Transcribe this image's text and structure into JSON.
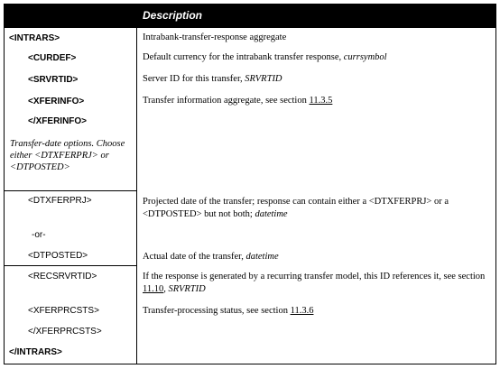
{
  "header": {
    "description": "Description"
  },
  "rows": {
    "intrars": "<INTRARS>",
    "curdef": "<CURDEF>",
    "srvrtid": "<SRVRTID>",
    "xferinfo": "<XFERINFO>",
    "xferinfo_end": "</XFERINFO>",
    "transfer_date_note": "Transfer-date options. Choose either <DTXFERPRJ> or <DTPOSTED>",
    "dtxferprj": "<DTXFERPRJ>",
    "or": "-or-",
    "dtposted": "<DTPOSTED>",
    "recsrvrtid": "<RECSRVRTID>",
    "xferprcsts": "<XFERPRCSTS>",
    "xferprcsts_end": "</XFERPRCSTS>",
    "intrars_end": "</INTRARS>"
  },
  "descriptions": {
    "intrars": "Intrabank-transfer-response aggregate",
    "curdef_text": "Default currency for the intrabank transfer response, ",
    "curdef_type": "currsymbol",
    "srvrtid_text": "Server ID for this transfer, ",
    "srvrtid_type": "SRVRTID",
    "xferinfo_text": "Transfer information aggregate, see section ",
    "xferinfo_ref": "11.3.5",
    "dtxferprj_text": "Projected date of the transfer; response can contain either a <DTXFERPRJ> or a <DTPOSTED> but not both; ",
    "dtxferprj_type": "datetime",
    "dtposted_text": "Actual date of the transfer, ",
    "dtposted_type": "datetime",
    "recsrvrtid_text": "If the response is generated by a recurring transfer model, this ID references it, see section ",
    "recsrvrtid_ref": "11.10",
    "recsrvrtid_sep": ", ",
    "recsrvrtid_type": "SRVRTID",
    "xferprcsts_text": "Transfer-processing status, see section ",
    "xferprcsts_ref": "11.3.6"
  }
}
